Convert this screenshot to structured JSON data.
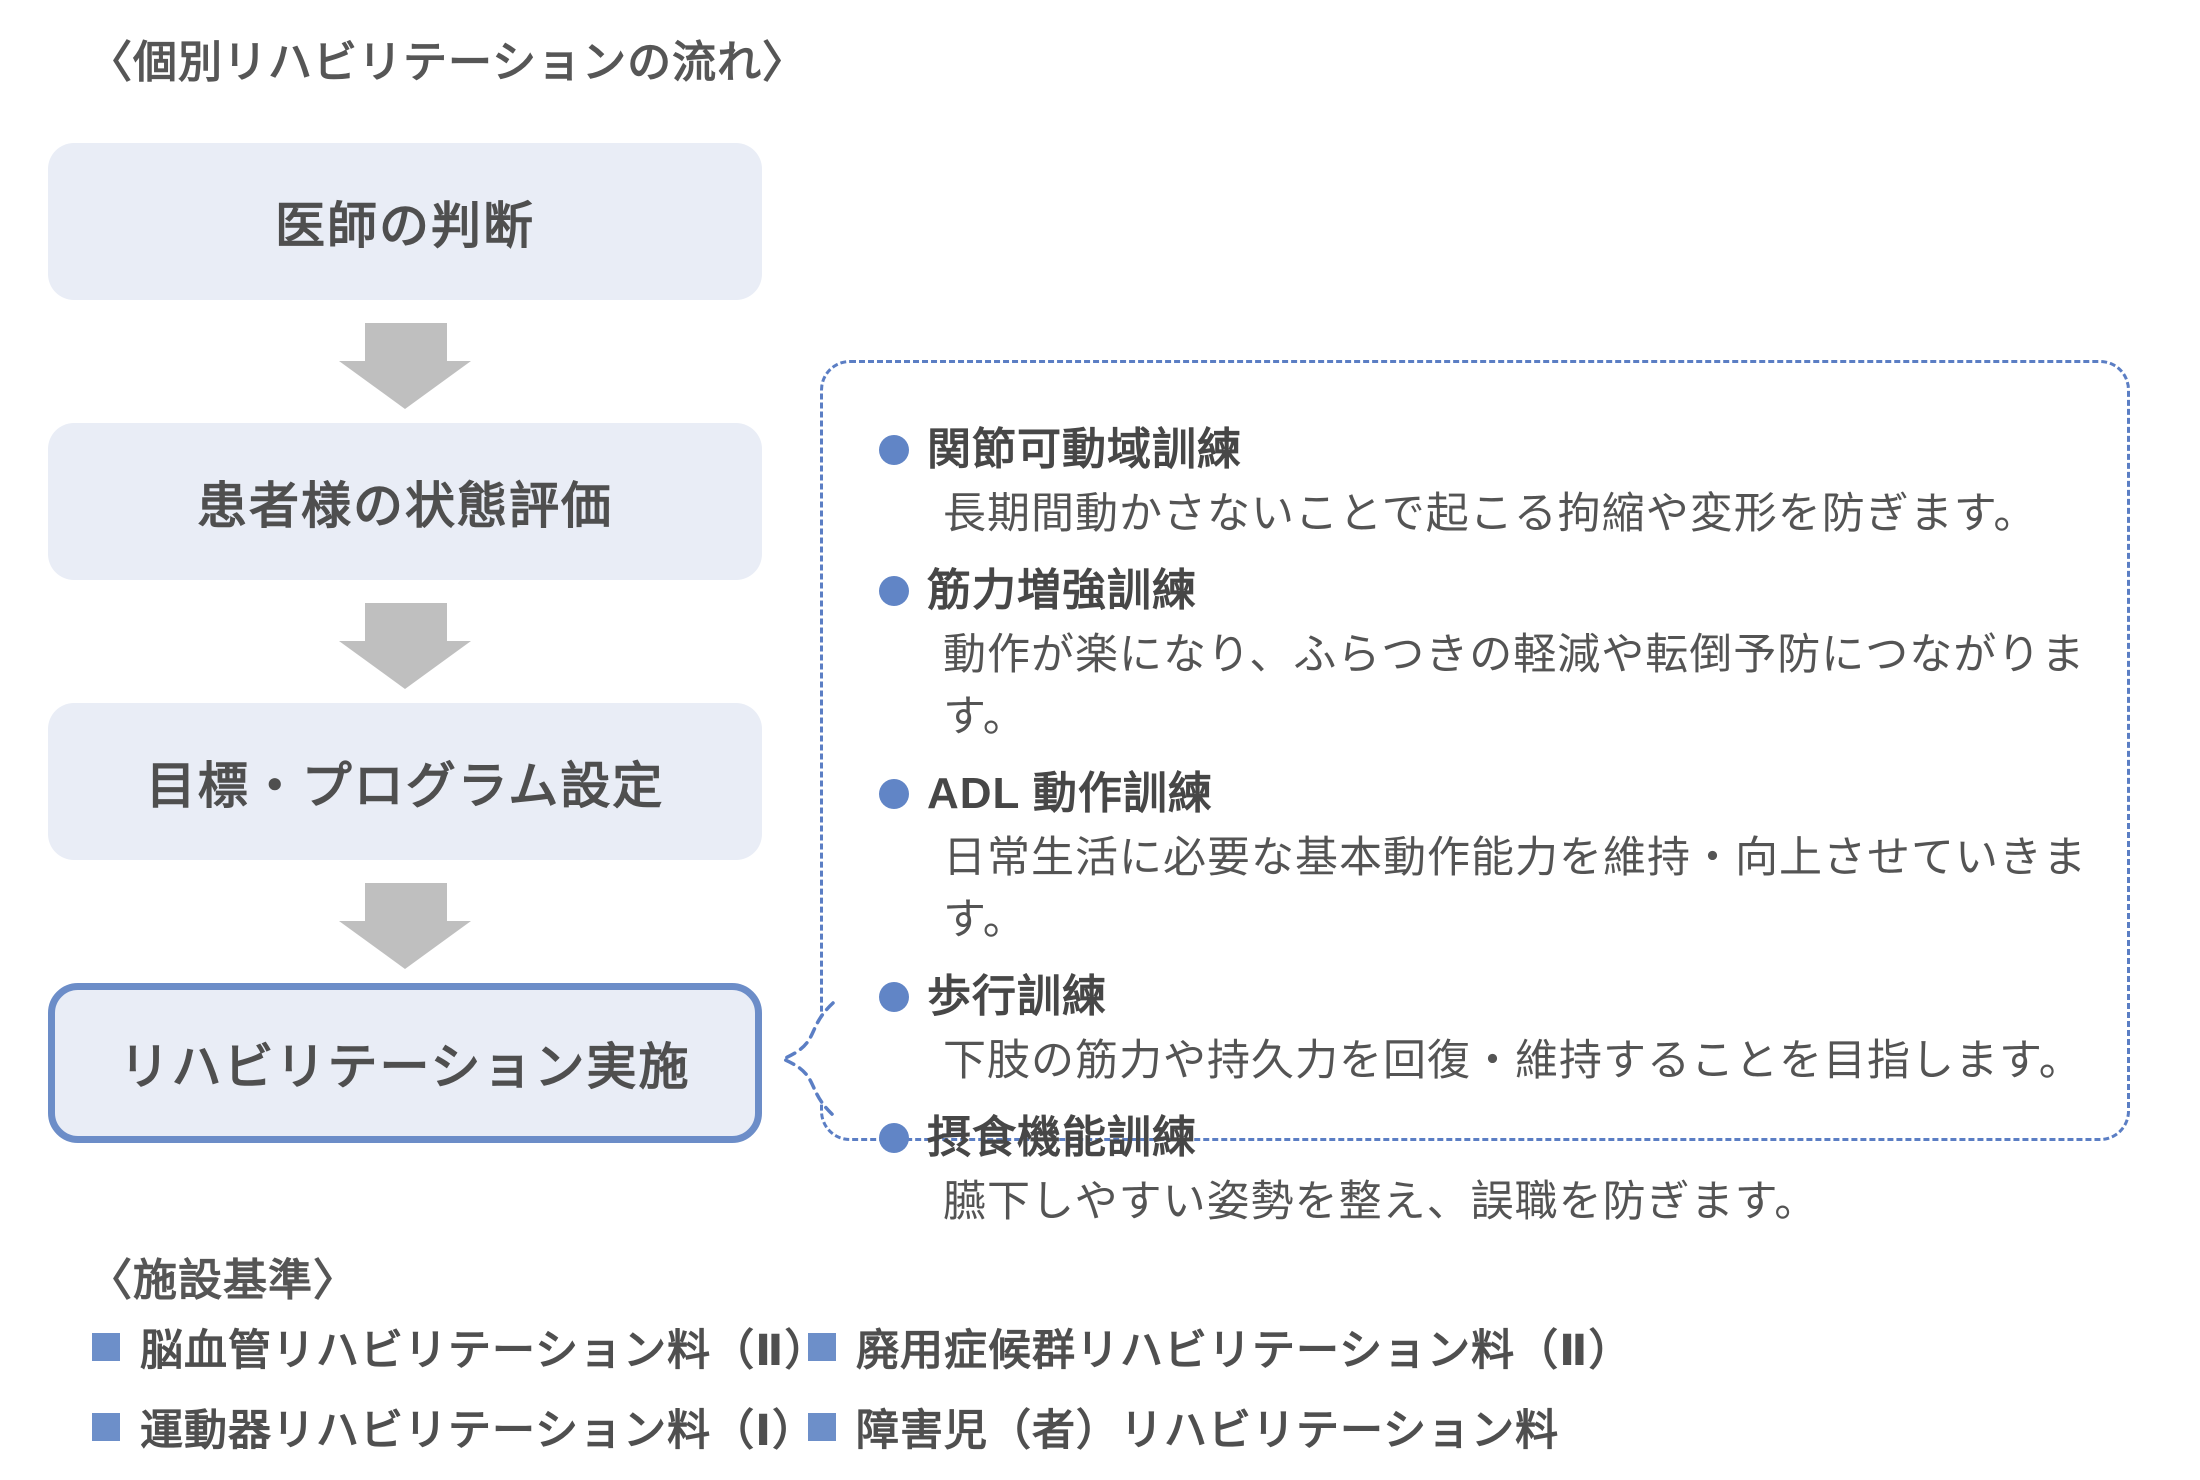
{
  "flow": {
    "title": "〈個別リハビリテーションの流れ〉",
    "steps": [
      {
        "label": "医師の判断",
        "highlighted": false
      },
      {
        "label": "患者様の状態評価",
        "highlighted": false
      },
      {
        "label": "目標・プログラム設定",
        "highlighted": false
      },
      {
        "label": "リハビリテーション実施",
        "highlighted": true
      }
    ]
  },
  "bubble": {
    "items": [
      {
        "title": "関節可動域訓練",
        "desc": "長期間動かさないことで起こる拘縮や変形を防ぎます。"
      },
      {
        "title": "筋力増強訓練",
        "desc": "動作が楽になり、ふらつきの軽減や転倒予防につながります。"
      },
      {
        "title": "ADL 動作訓練",
        "desc": "日常生活に必要な基本動作能力を維持・向上させていきます。"
      },
      {
        "title": "歩行訓練",
        "desc": "下肢の筋力や持久力を回復・維持することを目指します。"
      },
      {
        "title": "摂食機能訓練",
        "desc": "臙下しやすい姿勢を整え、誤職を防ぎます。"
      }
    ]
  },
  "facility": {
    "title": "〈施設基準〉",
    "items": [
      "脳血管リハビリテーション料（Ⅱ）",
      "廃用症候群リハビリテーション料（Ⅱ）",
      "運動器リハビリテーション料（Ⅰ）",
      "障害児（者）リハビリテーション料"
    ]
  },
  "colors": {
    "box_fill": "#E9EDF6",
    "highlight_border": "#6C8DC8",
    "arrow_gray": "#BFBFBF",
    "bubble_border": "#5B7EC4",
    "bullet_dot": "#6185C6",
    "bullet_square": "#6D8FC9",
    "text_dark": "#4F4F4F"
  }
}
